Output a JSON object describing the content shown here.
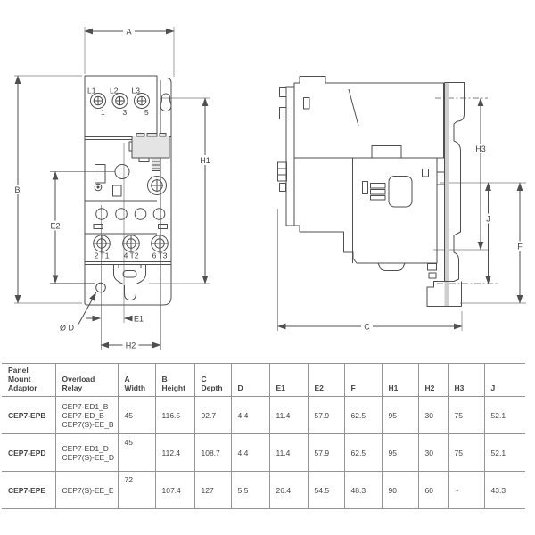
{
  "drawing": {
    "front_view": {
      "dim_a": "A",
      "dim_b": "B",
      "dim_e2": "E2",
      "dim_h1": "H1",
      "dim_e1": "E1",
      "dim_h2": "H2",
      "dim_hole": "Ø D",
      "line_terminals": [
        {
          "label": "L1",
          "pole": "1"
        },
        {
          "label": "L2",
          "pole": "3"
        },
        {
          "label": "L3",
          "pole": "5"
        }
      ],
      "load_terminals": [
        "2 T1",
        "4 T2",
        "6 T3"
      ]
    },
    "side_view": {
      "dim_h3": "H3",
      "dim_j": "J",
      "dim_f": "F",
      "dim_c": "C"
    }
  },
  "table": {
    "columns": [
      {
        "lines": [
          "Panel Mount",
          "Adaptor"
        ]
      },
      {
        "lines": [
          "Overload Relay"
        ]
      },
      {
        "lines": [
          "A",
          "Width"
        ]
      },
      {
        "lines": [
          "B",
          "Height"
        ]
      },
      {
        "lines": [
          "C",
          "Depth"
        ]
      },
      {
        "lines": [
          "D"
        ]
      },
      {
        "lines": [
          "E1"
        ]
      },
      {
        "lines": [
          "E2"
        ]
      },
      {
        "lines": [
          "F"
        ]
      },
      {
        "lines": [
          "H1"
        ]
      },
      {
        "lines": [
          "H2"
        ]
      },
      {
        "lines": [
          "H3"
        ]
      },
      {
        "lines": [
          "J"
        ]
      }
    ],
    "rows": [
      {
        "adaptor": "CEP7-EPB",
        "relay_lines": [
          "CEP7-ED1_B",
          "CEP7-ED_B",
          "CEP7(S)-EE_B"
        ],
        "values": [
          "45",
          "116.5",
          "92.7",
          "4.4",
          "11.4",
          "57.9",
          "62.5",
          "95",
          "30",
          "75",
          "52.1"
        ]
      },
      {
        "adaptor": "CEP7-EPD",
        "relay_lines": [
          "CEP7-ED1_D",
          "CEP7(S)-EE_D"
        ],
        "values": [
          "45",
          "112.4",
          "108.7",
          "4.4",
          "11.4",
          "57.9",
          "62.5",
          "95",
          "30",
          "75",
          "52.1"
        ]
      },
      {
        "adaptor": "CEP7-EPE",
        "relay_lines": [
          "CEP7(S)-EE_E"
        ],
        "values": [
          "72",
          "107.4",
          "127",
          "5.5",
          "26.4",
          "54.5",
          "48.3",
          "90",
          "60",
          "~",
          "43.3"
        ]
      }
    ]
  },
  "colors": {
    "line": "#4f4f4f",
    "thin_line": "#7a7a7a",
    "table_border": "#949494",
    "text": "#3f3f3f",
    "fill_light": "#e4e4e4",
    "fill_plate": "#cfcfcf"
  }
}
